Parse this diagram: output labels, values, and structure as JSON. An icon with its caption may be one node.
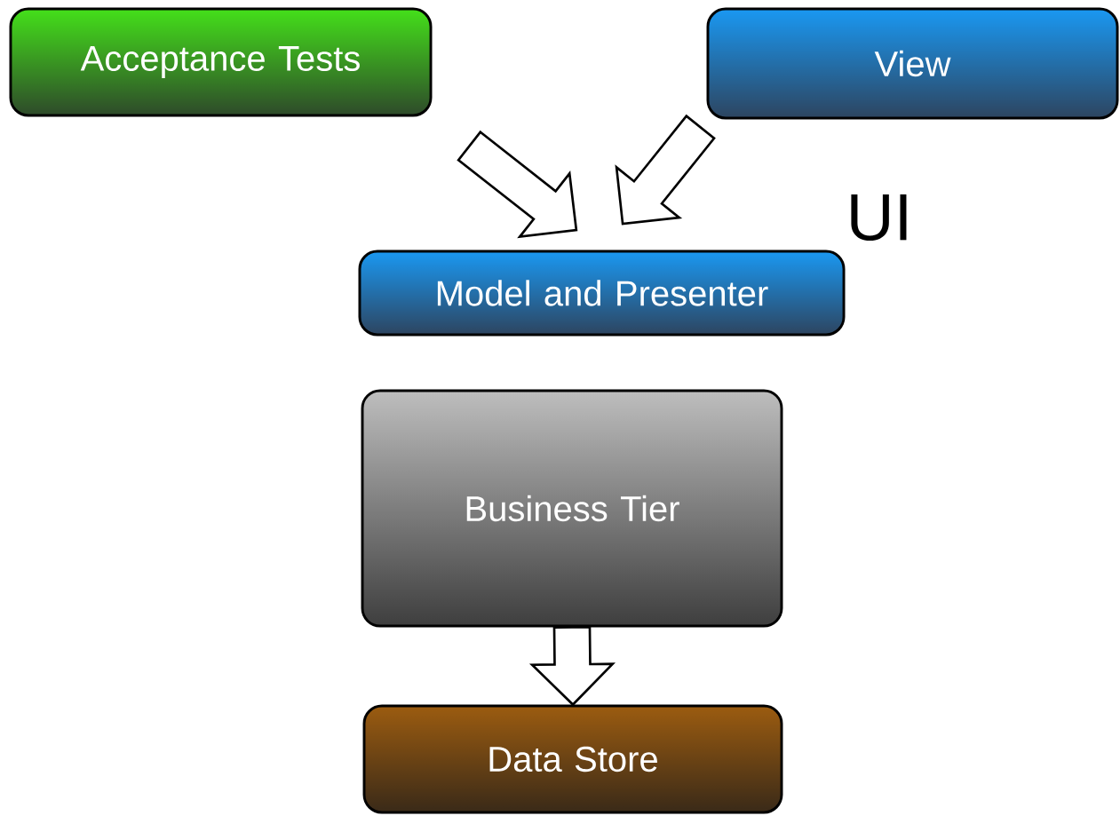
{
  "diagram": {
    "nodes": [
      {
        "text": [
          "Acceptance Tests"
        ]
      },
      {
        "text": [
          "View"
        ]
      },
      {
        "text": [
          "Model and Presenter"
        ]
      },
      {
        "text": [
          "Business Tier"
        ]
      },
      {
        "text": [
          "Data Store"
        ]
      }
    ],
    "edges": [
      {
        "from": 0,
        "to": 2,
        "arrow": "to"
      },
      {
        "from": 1,
        "to": 2,
        "arrow": "to"
      },
      {
        "from": 3,
        "to": 4,
        "arrow": "to"
      }
    ],
    "labels": [
      "UI"
    ]
  }
}
